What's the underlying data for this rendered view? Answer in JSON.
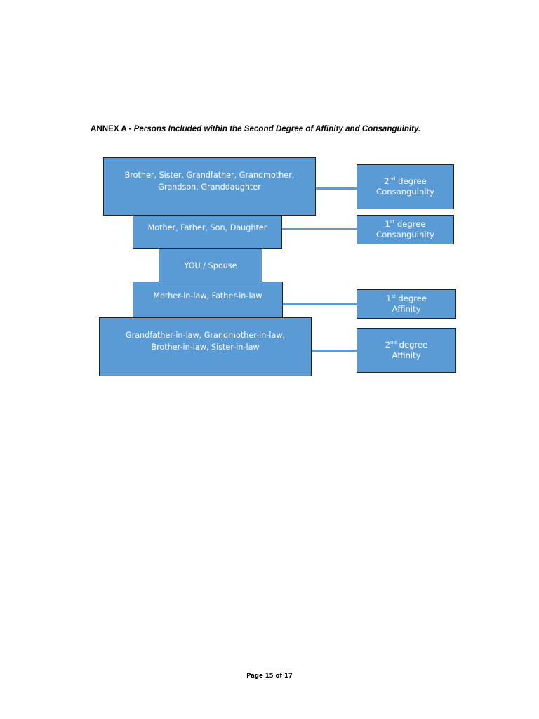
{
  "heading": {
    "prefix": "ANNEX A - ",
    "title": "Persons Included within the Second Degree of Affinity and Consanguinity."
  },
  "family_boxes": {
    "grandparents": [
      "Brother, Sister, Grandfather, Grandmother,",
      "Grandson, Granddaughter"
    ],
    "parents": [
      "Mother, Father, Son, Daughter"
    ],
    "self": [
      "YOU / Spouse"
    ],
    "parents_in_law": [
      "Mother-in-law, Father-in-law"
    ],
    "grandparents_in_law": [
      "Grandfather-in-law, Grandmother-in-law,",
      "Brother-in-law, Sister-in-law"
    ]
  },
  "degree_boxes": {
    "second_consanguinity": {
      "number": "2",
      "suffix": "nd",
      "word": "degree",
      "type": "Consanguinity"
    },
    "first_consanguinity": {
      "number": "1",
      "suffix": "st",
      "word": "degree",
      "type": "Consanguinity"
    },
    "first_affinity": {
      "number": "1",
      "suffix": "st",
      "word": "degree",
      "type": "Affinity"
    },
    "second_affinity": {
      "number": "2",
      "suffix": "nd",
      "word": "degree",
      "type": "Affinity"
    }
  },
  "colors": {
    "box_fill": "#5b9bd5",
    "box_border": "#222222",
    "box_text": "#ffffff"
  },
  "footer": {
    "page_label": "Page 15 of 17"
  }
}
